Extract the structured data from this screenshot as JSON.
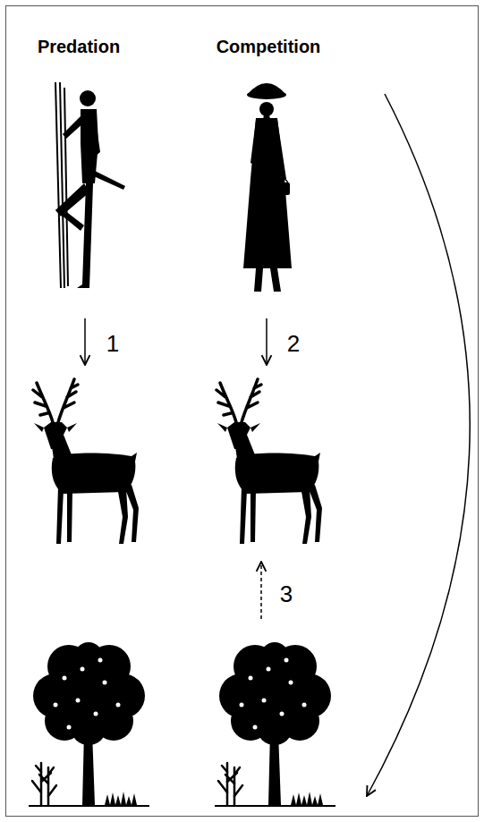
{
  "diagram": {
    "labels": [
      "Predation",
      "Competition",
      "1",
      "2",
      "3"
    ]
  }
}
